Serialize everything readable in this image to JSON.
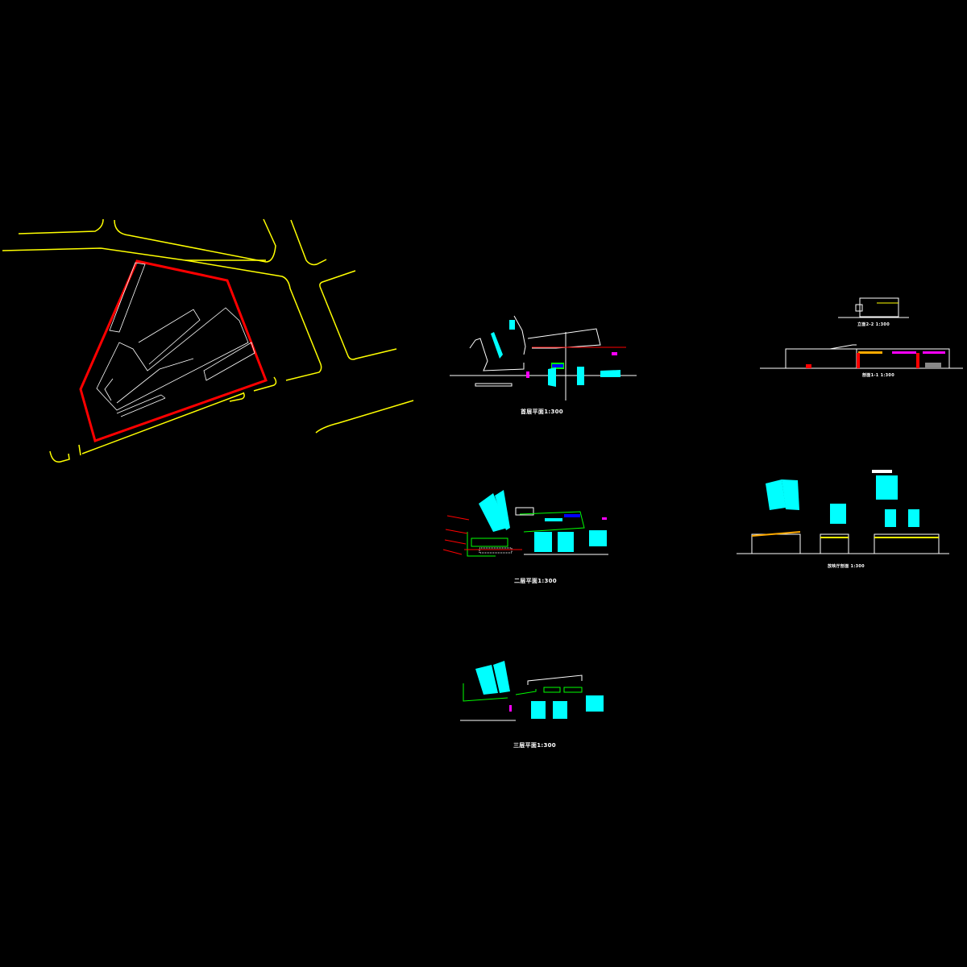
{
  "drawing": {
    "background": "#000000",
    "colors": {
      "road": "#ffff00",
      "site_boundary": "#ff0000",
      "outline": "#ffffff",
      "hall": "#00ffff",
      "accent": "#ff00ff",
      "green": "#00ff00",
      "blue": "#0000ff"
    },
    "site_plan": {
      "name": "Site plan"
    },
    "labels": {
      "floor1": "首层平面1:300",
      "floor2": "二层平面1:300",
      "floor3": "三层平面1:300",
      "elevation": "立面2-2 1:300",
      "section": "剖面1-1 1:300",
      "hall_section": "放映厅剖面  1:300"
    }
  }
}
